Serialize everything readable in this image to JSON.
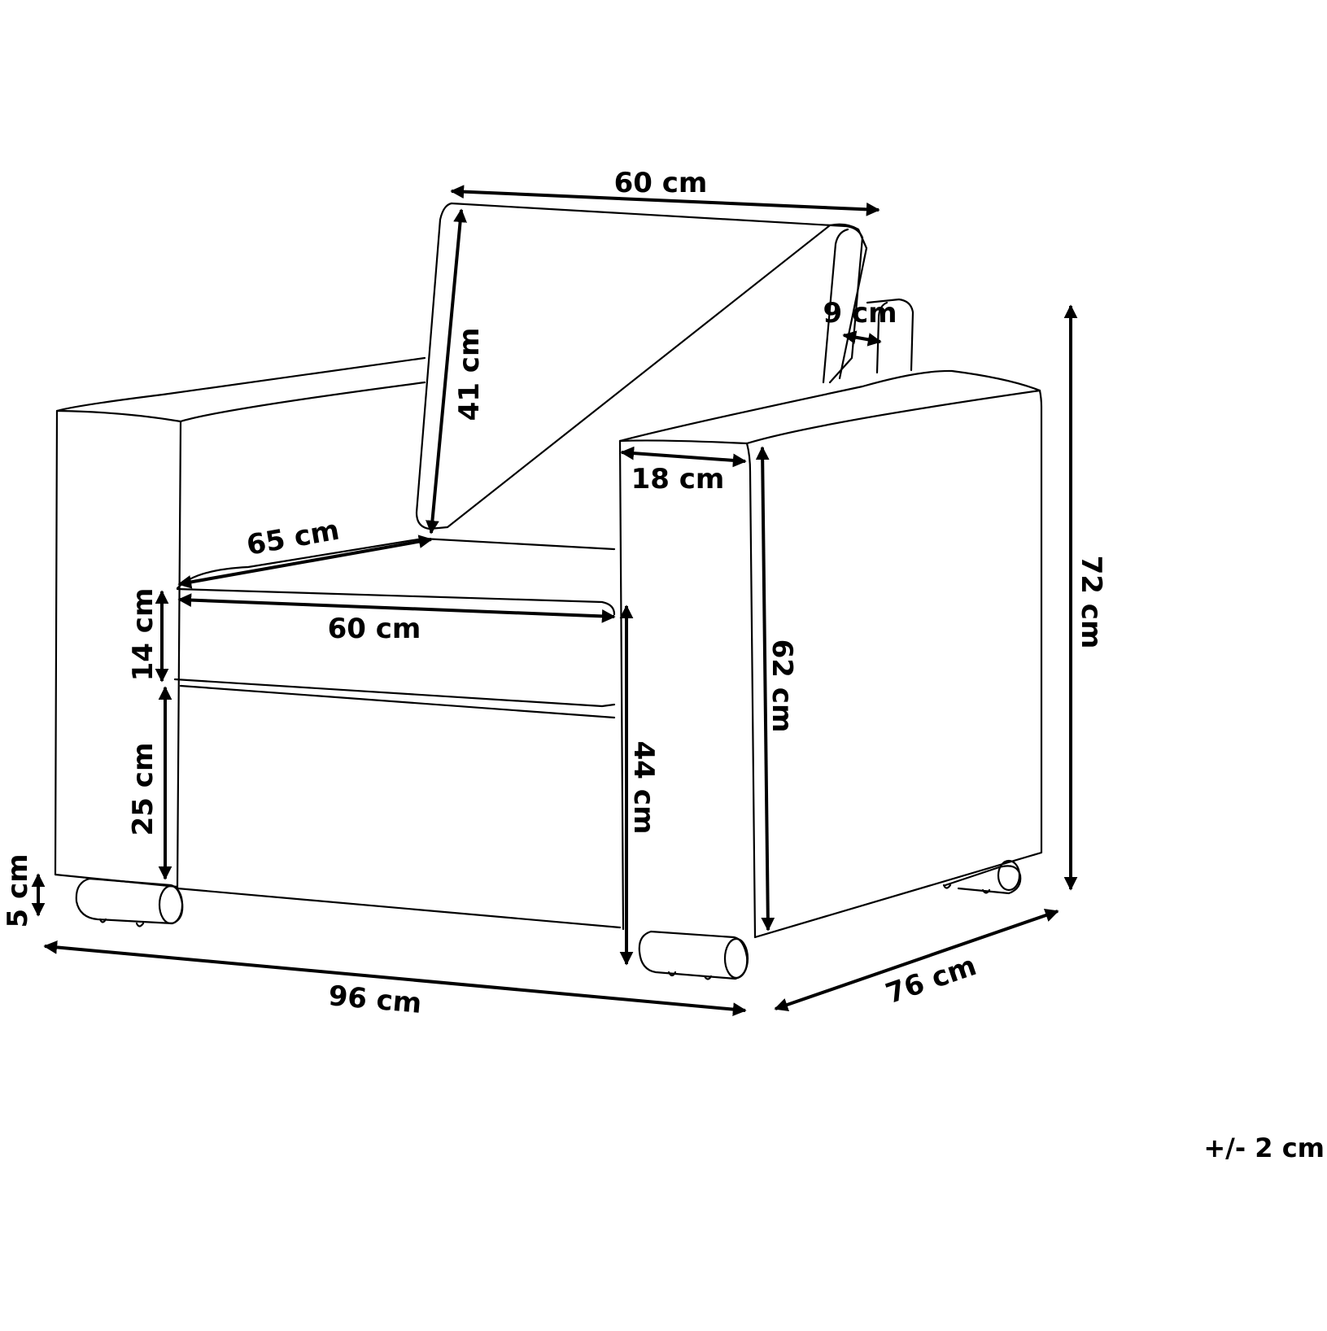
{
  "diagram": {
    "background": "#ffffff",
    "line_color": "#000000",
    "dimensions": {
      "backrest_width": "60 cm",
      "backrest_height": "41 cm",
      "backrest_depth": "9 cm",
      "armrest_width": "18 cm",
      "seat_diagonal": "65 cm",
      "seat_width": "60 cm",
      "seat_cushion_height": "14 cm",
      "base_height": "25 cm",
      "seat_height": "44 cm",
      "armrest_height": "62 cm",
      "total_height": "72 cm",
      "leg_height": "5 cm",
      "total_width": "96 cm",
      "total_depth": "76 cm"
    },
    "tolerance": "+/- 2 cm"
  }
}
